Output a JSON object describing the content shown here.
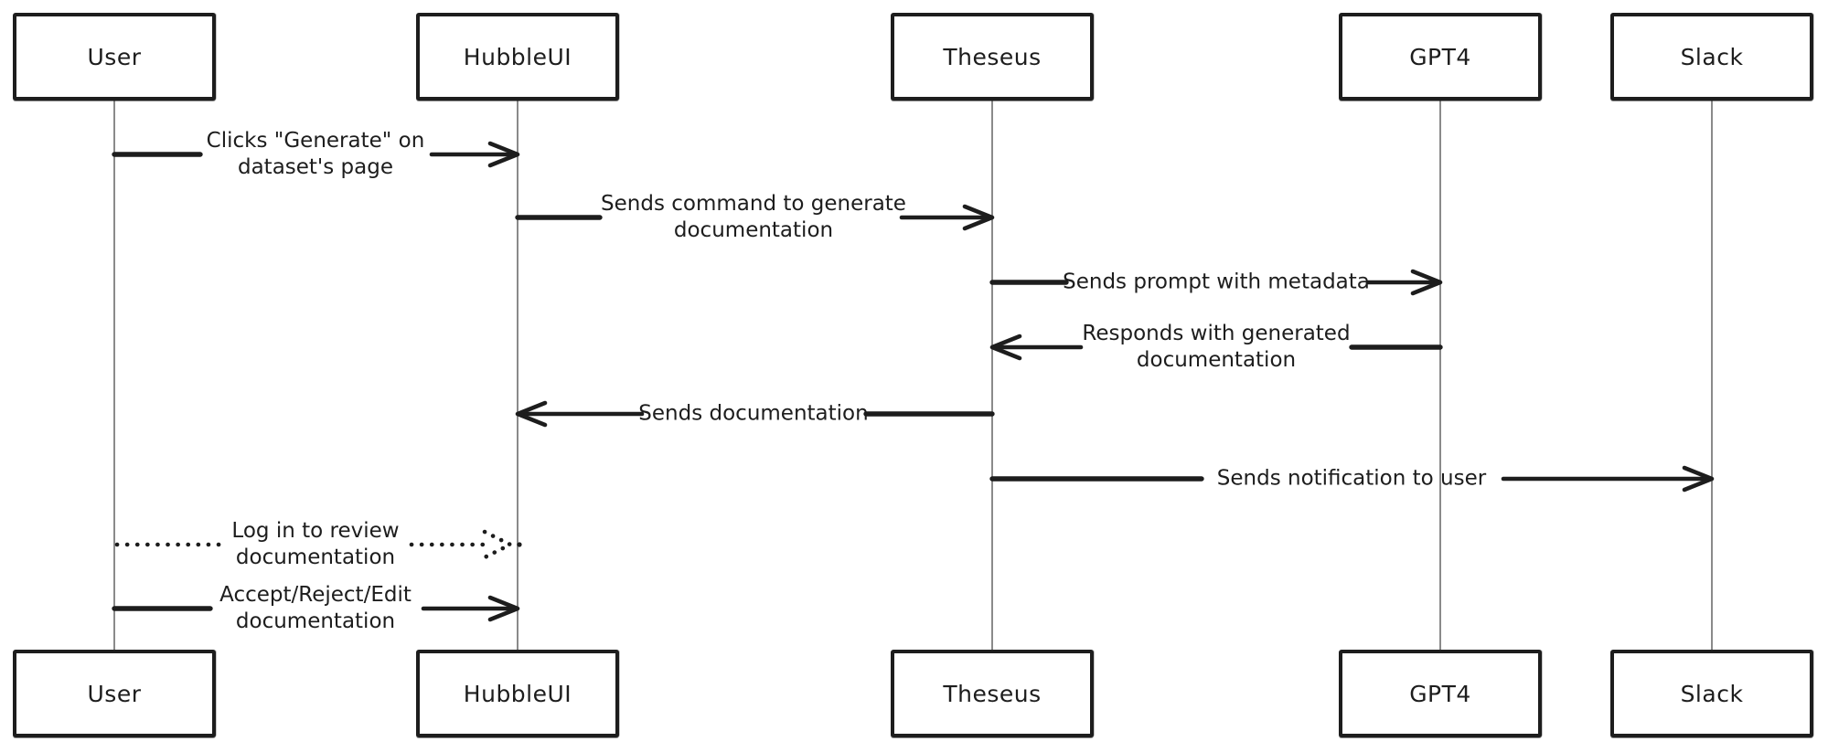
{
  "diagram": {
    "type": "sequence-diagram",
    "background": "#ffffff",
    "stroke_color": "#1d1d1d",
    "lifeline_color": "#8a8a8a",
    "actors": [
      {
        "id": "user",
        "label": "User"
      },
      {
        "id": "hubbleui",
        "label": "HubbleUI"
      },
      {
        "id": "theseus",
        "label": "Theseus"
      },
      {
        "id": "gpt4",
        "label": "GPT4"
      },
      {
        "id": "slack",
        "label": "Slack"
      }
    ],
    "messages": [
      {
        "from": "User",
        "to": "HubbleUI",
        "style": "solid",
        "text": "Clicks \"Generate\" on dataset's page",
        "lines": [
          "Clicks \"Generate\" on",
          "dataset's page"
        ]
      },
      {
        "from": "HubbleUI",
        "to": "Theseus",
        "style": "solid",
        "text": "Sends command to generate documentation",
        "lines": [
          "Sends command to generate",
          "documentation"
        ]
      },
      {
        "from": "Theseus",
        "to": "GPT4",
        "style": "solid",
        "text": "Sends prompt with metadata",
        "lines": [
          "Sends prompt with metadata"
        ]
      },
      {
        "from": "GPT4",
        "to": "Theseus",
        "style": "solid",
        "text": "Responds with generated documentation",
        "lines": [
          "Responds with generated",
          "documentation"
        ]
      },
      {
        "from": "Theseus",
        "to": "HubbleUI",
        "style": "solid",
        "text": "Sends documentation",
        "lines": [
          "Sends documentation"
        ]
      },
      {
        "from": "Theseus",
        "to": "Slack",
        "style": "solid",
        "text": "Sends notification to user",
        "lines": [
          "Sends notification to user"
        ]
      },
      {
        "from": "User",
        "to": "HubbleUI",
        "style": "dotted",
        "text": "Log in to review documentation",
        "lines": [
          "Log in to review",
          "documentation"
        ]
      },
      {
        "from": "User",
        "to": "HubbleUI",
        "style": "solid",
        "text": "Accept/Reject/Edit documentation",
        "lines": [
          "Accept/Reject/Edit",
          "documentation"
        ]
      }
    ]
  }
}
